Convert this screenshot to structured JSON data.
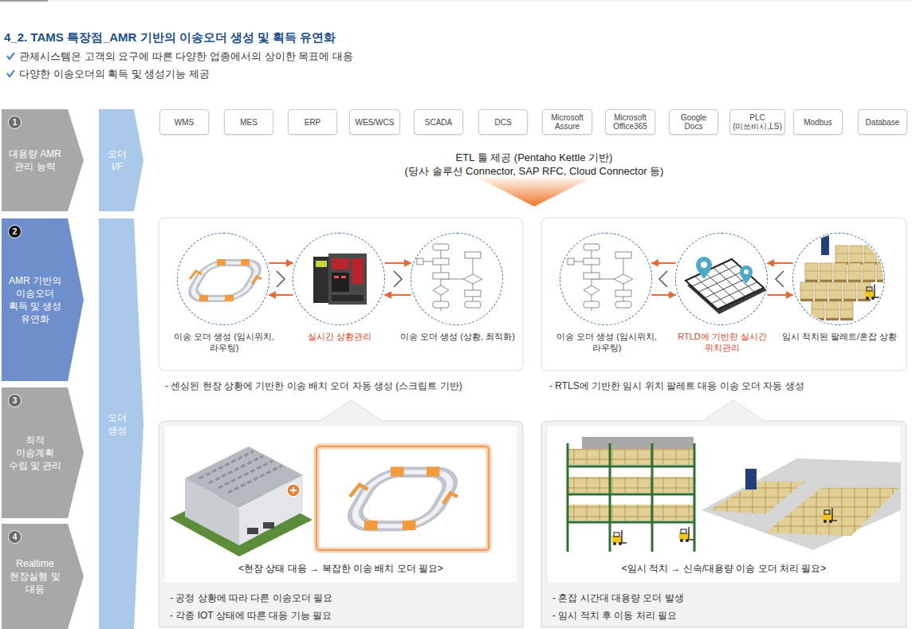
{
  "diagram": {
    "title": "4_2. TAMS 특장점_AMR 기반의 이송오더 생성 및 획득 유연화",
    "nodes": [
      {
        "text": [
          "1",
          "대용량 AMR 관리 능력"
        ]
      },
      {
        "text": [
          "2",
          "AMR 기반의 이송오더 획득 및 생성 유연화"
        ]
      },
      {
        "text": [
          "3",
          "최적 이송계획 수립 및 관리"
        ]
      },
      {
        "text": [
          "4",
          "Realtime 현장실행 및 대응"
        ]
      },
      {
        "text": [
          "오더 I/F"
        ]
      },
      {
        "text": [
          "오더 생성"
        ]
      },
      {
        "text": [
          "WMS"
        ]
      },
      {
        "text": [
          "MES"
        ]
      },
      {
        "text": [
          "ERP"
        ]
      },
      {
        "text": [
          "WES/WCS"
        ]
      },
      {
        "text": [
          "SCADA"
        ]
      },
      {
        "text": [
          "DCS"
        ]
      },
      {
        "text": [
          "Microsoft Assure"
        ]
      },
      {
        "text": [
          "Microsoft Office365"
        ]
      },
      {
        "text": [
          "Google Docs"
        ]
      },
      {
        "text": [
          "PLC (미쓰비시,LS)"
        ]
      },
      {
        "text": [
          "Modbus"
        ]
      },
      {
        "text": [
          "Database"
        ]
      },
      {
        "text": [
          "이송 오더 생성 (임시위치,라우팅)"
        ]
      },
      {
        "text": [
          "실시간 상황관리"
        ]
      },
      {
        "text": [
          "이송 오더 생성 (상황, 최적화)"
        ]
      },
      {
        "text": [
          "이송 오더 생성 (임시위치,라우팅)"
        ]
      },
      {
        "text": [
          "RTLD에 기반한 실시간 위치관리"
        ]
      },
      {
        "text": [
          "임시 적치된 팔레트/혼잡 상황"
        ]
      },
      {
        "text": [
          "<현장 상태 대응 → 복잡한 이송 배치 오더 필요>",
          "- 공정 상황에 따라 다른 이송오더 필요",
          "- 각종 IOT 상태에 따른 대응 기능 필요"
        ]
      },
      {
        "text": [
          "<임시 적치 → 신속/대용량 이송 오더 처리 필요>",
          "- 혼잡 시간대 대용량 오더 발생",
          "- 임시 적치 후 이동 처리 필요"
        ]
      }
    ],
    "edges": [
      {
        "from": 18,
        "to": 19,
        "arrow": "to"
      },
      {
        "from": 19,
        "to": 18,
        "arrow": "to"
      },
      {
        "from": 19,
        "to": 20,
        "arrow": "to"
      },
      {
        "from": 20,
        "to": 19,
        "arrow": "to"
      },
      {
        "from": 23,
        "to": 22,
        "arrow": "to"
      },
      {
        "from": 22,
        "to": 23,
        "arrow": "to"
      },
      {
        "from": 22,
        "to": 21,
        "arrow": "to"
      },
      {
        "from": 21,
        "to": 22,
        "arrow": "to"
      }
    ],
    "labels": [
      "관제시스템은 고객의 요구에 따른 다양한 업종에서의 상이한 목표에 대응",
      "다양한 이송오더의 획득 및 생성기능 제공",
      "ETL 툴 제공 (Pentaho Kettle 기반)",
      "(당사 솔루션 Connector, SAP RFC, Cloud Connector 등)",
      "- 센싱된 현장 상황에 기반한 이송 배치 오더 자동 생성 (스크립트 기반)",
      "- RTLS에 기반한 임시 위치 팔레트 대응 이송 오더 자동 생성"
    ]
  }
}
